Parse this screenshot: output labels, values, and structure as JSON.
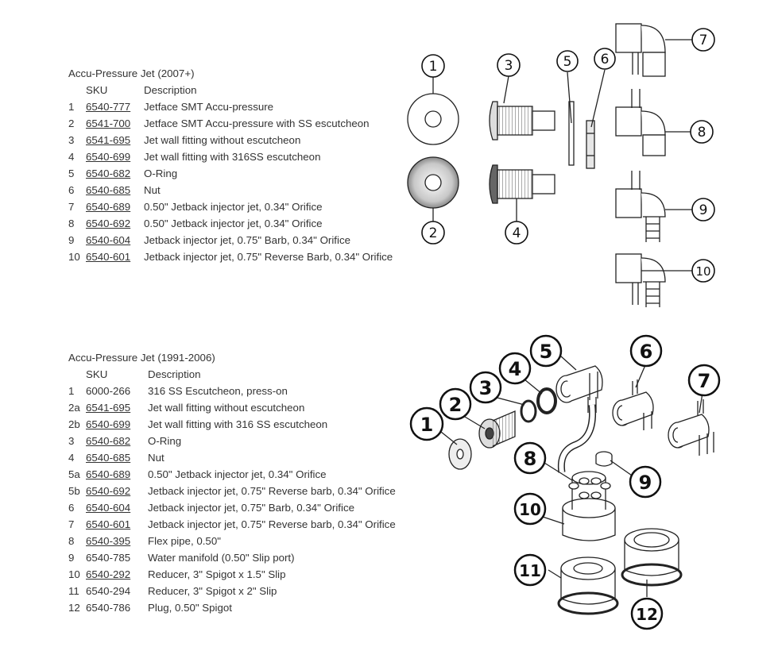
{
  "section1": {
    "title": "Accu-Pressure Jet (2007+)",
    "headers": {
      "sku": "SKU",
      "description": "Description"
    },
    "rows": [
      {
        "num": "1",
        "sku": "6540-777",
        "desc": "Jetface SMT Accu-pressure",
        "linked": true
      },
      {
        "num": "2",
        "sku": "6541-700",
        "desc": "Jetface SMT Accu-pressure with SS escutcheon",
        "linked": true
      },
      {
        "num": "3",
        "sku": "6541-695",
        "desc": "Jet wall fitting without escutcheon",
        "linked": true
      },
      {
        "num": "4",
        "sku": "6540-699",
        "desc": "Jet wall fitting with 316SS escutcheon",
        "linked": true
      },
      {
        "num": "5",
        "sku": "6540-682",
        "desc": "O-Ring",
        "linked": true
      },
      {
        "num": "6",
        "sku": "6540-685",
        "desc": "Nut",
        "linked": true
      },
      {
        "num": "7",
        "sku": "6540-689",
        "desc": "0.50\" Jetback injector jet, 0.34\" Orifice",
        "linked": true
      },
      {
        "num": "8",
        "sku": "6540-692",
        "desc": "0.50\" Jetback injector jet, 0.34\" Orifice",
        "linked": true
      },
      {
        "num": "9",
        "sku": "6540-604",
        "desc": "Jetback injector jet, 0.75\" Barb, 0.34\" Orifice",
        "linked": true
      },
      {
        "num": "10",
        "sku": "6540-601",
        "desc": "Jetback injector jet, 0.75\" Reverse Barb, 0.34\" Orifice",
        "linked": true
      }
    ]
  },
  "section2": {
    "title": "Accu-Pressure Jet (1991-2006)",
    "headers": {
      "sku": "SKU",
      "description": "Description"
    },
    "rows": [
      {
        "num": "1",
        "sku": "6000-266",
        "desc": "316 SS Escutcheon, press-on",
        "linked": false
      },
      {
        "num": "2a",
        "sku": "6541-695",
        "desc": "Jet wall fitting without escutcheon",
        "linked": true
      },
      {
        "num": "2b",
        "sku": "6540-699",
        "desc": "Jet wall fitting with 316 SS escutcheon",
        "linked": true
      },
      {
        "num": "3",
        "sku": "6540-682",
        "desc": "O-Ring",
        "linked": true
      },
      {
        "num": "4",
        "sku": "6540-685",
        "desc": "Nut",
        "linked": true
      },
      {
        "num": "5a",
        "sku": "6540-689",
        "desc": "0.50\" Jetback injector jet, 0.34\" Orifice",
        "linked": true
      },
      {
        "num": "5b",
        "sku": "6540-692",
        "desc": "Jetback injector jet, 0.75\" Reverse barb, 0.34\" Orifice",
        "linked": true
      },
      {
        "num": "6",
        "sku": "6540-604",
        "desc": "Jetback injector jet, 0.75\" Barb, 0.34\" Orifice",
        "linked": true
      },
      {
        "num": "7",
        "sku": "6540-601",
        "desc": "Jetback injector jet, 0.75\" Reverse barb, 0.34\" Orifice",
        "linked": true
      },
      {
        "num": "8",
        "sku": "6540-395",
        "desc": "Flex pipe, 0.50\"",
        "linked": true
      },
      {
        "num": "9",
        "sku": "6540-785",
        "desc": "Water manifold (0.50\" Slip port)",
        "linked": false
      },
      {
        "num": "10",
        "sku": "6540-292",
        "desc": "Reducer, 3\" Spigot x 1.5\" Slip",
        "linked": true
      },
      {
        "num": "11",
        "sku": "6540-294",
        "desc": "Reducer, 3\" Spigot x 2\" Slip",
        "linked": false
      },
      {
        "num": "12",
        "sku": "6540-786",
        "desc": "Plug, 0.50\" Spigot",
        "linked": false
      }
    ]
  },
  "diagram1": {
    "callouts": [
      "1",
      "2",
      "3",
      "4",
      "5",
      "6",
      "7",
      "8",
      "9",
      "10"
    ]
  },
  "diagram2": {
    "callouts": [
      "1",
      "2",
      "3",
      "4",
      "5",
      "6",
      "7",
      "8",
      "9",
      "10",
      "11",
      "12"
    ]
  }
}
